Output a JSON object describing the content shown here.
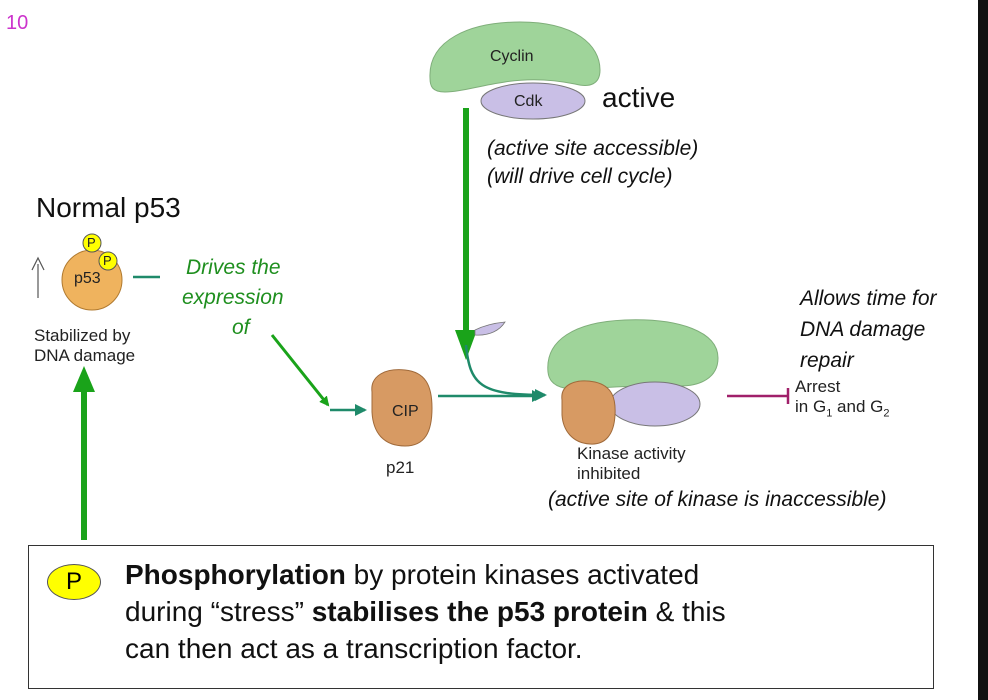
{
  "slide_number": "10",
  "top": {
    "cyclin_label": "Cyclin",
    "cdk_label": "Cdk",
    "active_label": "active",
    "note_line1": "(active site accessible)",
    "note_line2": "(will drive cell cycle)"
  },
  "left": {
    "heading": "Normal p53",
    "p53_label": "p53",
    "phospho_label": "P",
    "stabilized_line1": "Stabilized by",
    "stabilized_line2": "DNA damage",
    "drives_line1": "Drives the",
    "drives_line2": "expression",
    "drives_line3": "of"
  },
  "middle": {
    "cip_label": "CIP",
    "p21_label": "p21"
  },
  "right": {
    "allows_line1": "Allows time for",
    "allows_line2": "DNA damage",
    "allows_line3": "repair",
    "arrest_line1": "Arrest",
    "arrest_line2_prefix": "in G",
    "arrest_sub1": "1",
    "arrest_and": " and G",
    "arrest_sub2": "2",
    "kinase_line1": "Kinase activity",
    "kinase_line2": "inhibited",
    "inaccessible_note": "(active site of kinase is inaccessible)"
  },
  "box": {
    "badge": "P",
    "bold1": "Phosphorylation",
    "text1": " by protein kinases activated",
    "text2": "during “stress” ",
    "bold2": "stabilises the p53 protein",
    "text3": " & this",
    "text4": "can then act as a transcription factor."
  },
  "colors": {
    "green_arrow": "#1aa31a",
    "teal_arrow": "#1f8a6a",
    "cyclin": "#9fd49a",
    "cdk": "#c9bfe6",
    "cip": "#d79a63",
    "p53": "#efb35e",
    "inhibit": "#a0206a",
    "phospho": "#ffff00"
  }
}
